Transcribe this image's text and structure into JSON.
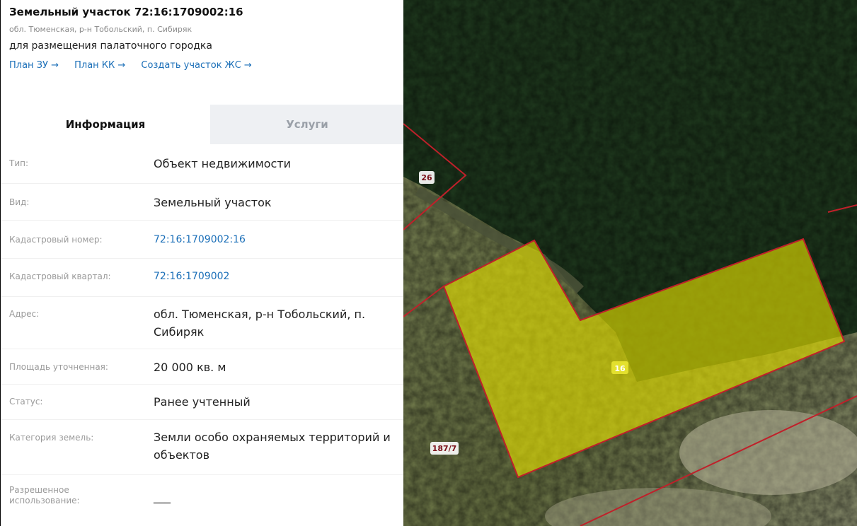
{
  "header": {
    "title": "Земельный участок 72:16:1709002:16",
    "address": "обл. Тюменская, р-н Тобольский, п. Сибиряк",
    "purpose": "для размещения палаточного городка",
    "links": [
      "План ЗУ →",
      "План КК →",
      "Создать участок ЖС →"
    ]
  },
  "tabs": {
    "info": "Информация",
    "services": "Услуги"
  },
  "fields": [
    {
      "label": "Тип:",
      "value": "Объект недвижимости"
    },
    {
      "label": "Вид:",
      "value": "Земельный участок"
    },
    {
      "label": "Кадастровый номер:",
      "value": "72:16:1709002:16"
    },
    {
      "label": "Кадастровый квартал:",
      "value": "72:16:1709002"
    },
    {
      "label": "Адрес:",
      "value": "обл. Тюменская, р-н Тобольский, п. Сибиряк"
    },
    {
      "label": "Площадь уточненная:",
      "value": "20 000 кв. м"
    },
    {
      "label": "Статус:",
      "value": "Ранее учтенный"
    },
    {
      "label": "Категория земель:",
      "value": "Земли особо охраняемых территорий и объектов"
    },
    {
      "label": "Разрешенное использование:",
      "value": "___"
    }
  ],
  "map": {
    "parcel_labels": [
      "26",
      "16",
      "187/7"
    ],
    "colors": {
      "parcel_fill": "#e8e400",
      "boundary": "#c0202a",
      "forest": "#1f3a1e",
      "field": "#6f7a4c"
    }
  }
}
